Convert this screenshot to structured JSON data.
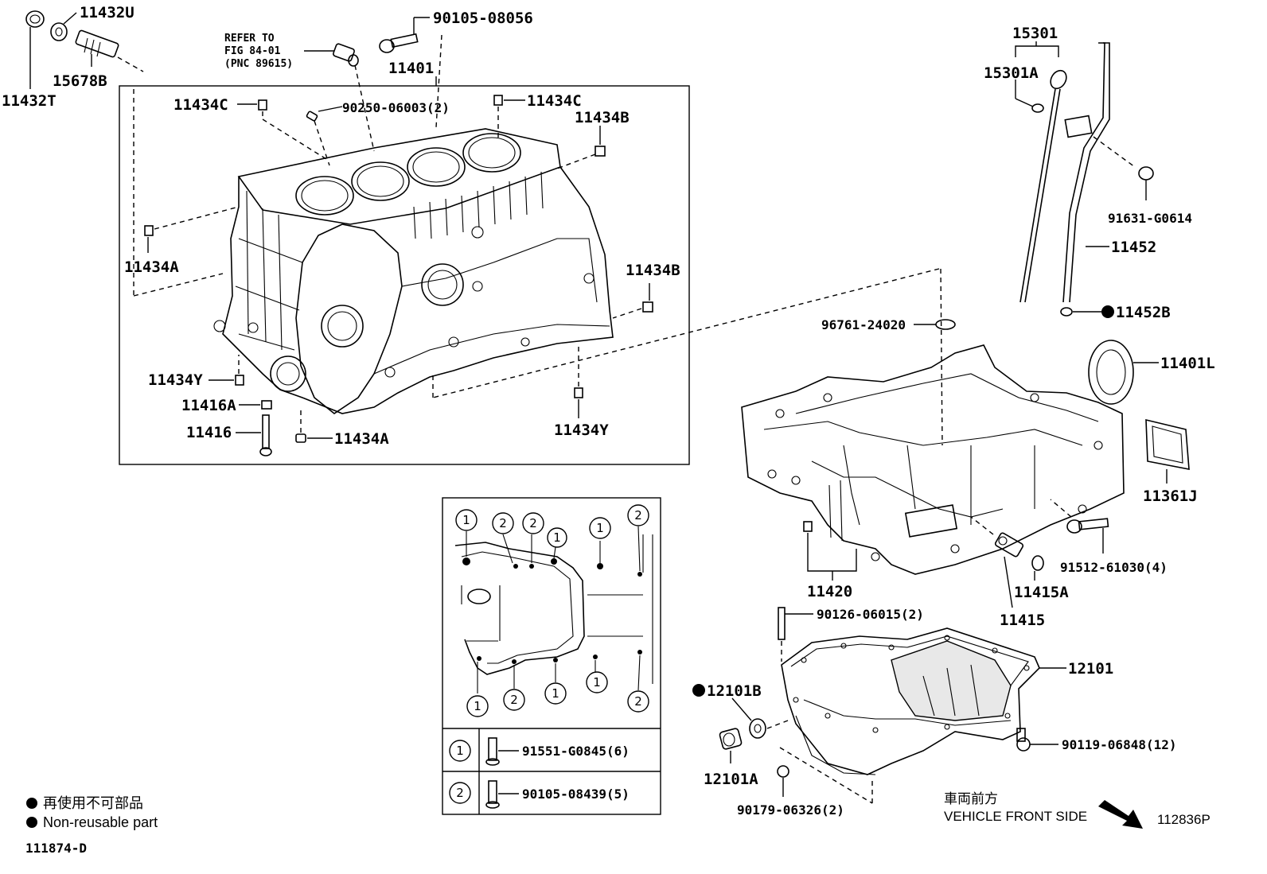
{
  "labels": {
    "p11432U": "11432U",
    "p11432T": "11432T",
    "p15678B": "15678B",
    "refer1": "REFER TO",
    "refer2": "FIG 84-01",
    "refer3": "(PNC 89615)",
    "p90105_08056": "90105-08056",
    "p11401": "11401",
    "p11434C_l": "11434C",
    "p90250": "90250-06003(2)",
    "p11434C_r": "11434C",
    "p11434B_t": "11434B",
    "p11434A_l": "11434A",
    "p11434B_r": "11434B",
    "p11434Y_l": "11434Y",
    "p11416A": "11416A",
    "p11416": "11416",
    "p11434A_b": "11434A",
    "p11434Y_r": "11434Y",
    "p15301": "15301",
    "p15301A": "15301A",
    "p91631": "91631-G0614",
    "p11452": "11452",
    "p96761": "96761-24020",
    "p11452B": "11452B",
    "p11401L": "11401L",
    "p11361J": "11361J",
    "p91512": "91512-61030(4)",
    "p11420": "11420",
    "p11415A": "11415A",
    "p11415": "11415",
    "p90126": "90126-06015(2)",
    "p12101": "12101",
    "p12101B": "12101B",
    "p90119": "90119-06848(12)",
    "p12101A": "12101A",
    "p90179": "90179-06326(2)",
    "p91551": "91551-G0845(6)",
    "p90105_08439": "90105-08439(5)"
  },
  "inset": {
    "marker1": "1",
    "marker2": "2"
  },
  "legend": {
    "jp": "再使用不可部品",
    "en": "Non-reusable part"
  },
  "footer": {
    "code_left": "111874-D",
    "front_jp": "車両前方",
    "front_en": "VEHICLE FRONT SIDE",
    "code_right": "112836P"
  }
}
